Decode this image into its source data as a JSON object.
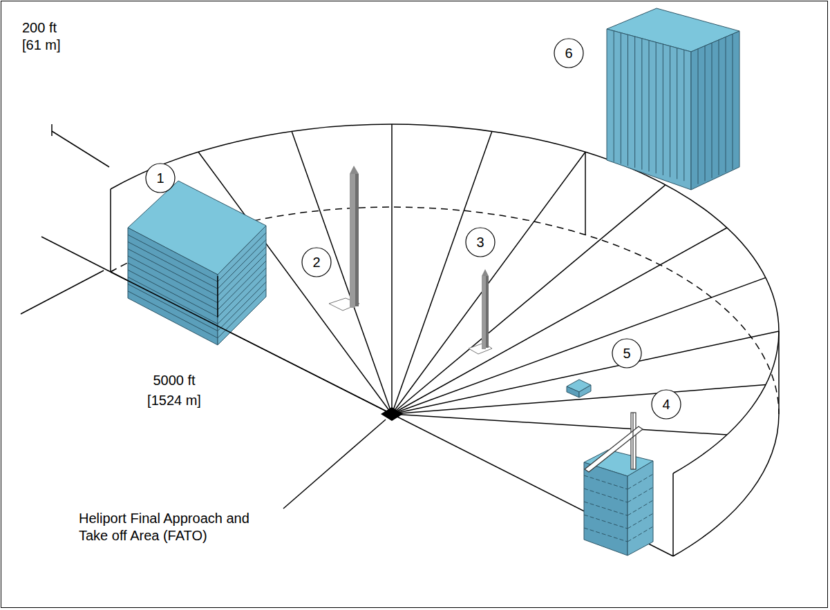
{
  "diagram": {
    "labels": [
      "200 ft",
      "[61 m]",
      "1",
      "6",
      "2",
      "3",
      "5",
      "4",
      "5000 ft",
      "[1524 m]",
      "Heliport Final Approach and Take off Area (FATO)"
    ]
  }
}
